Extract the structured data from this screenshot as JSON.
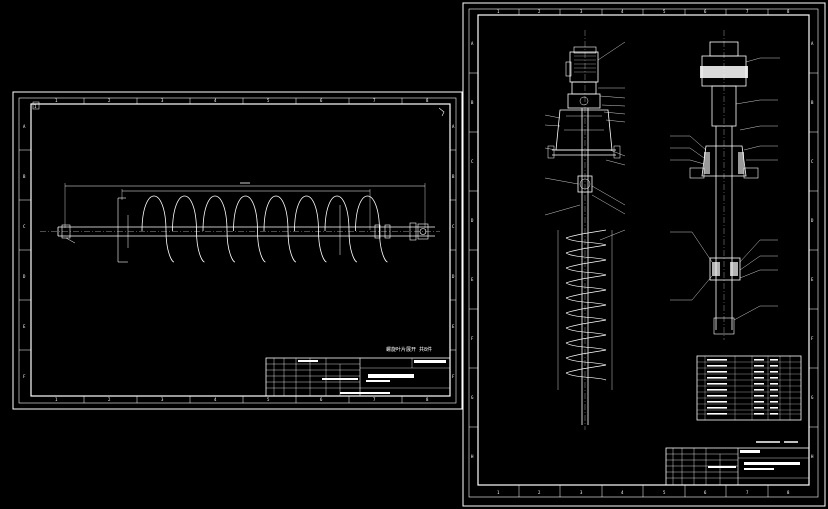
{
  "sheet_left": {
    "corner_mark": "1",
    "zone_cols": [
      "1",
      "2",
      "3",
      "4",
      "5",
      "6",
      "7",
      "8"
    ],
    "zone_rows": [
      "A",
      "B",
      "C",
      "D",
      "E",
      "F"
    ],
    "note": "螺旋叶片展开  共8件",
    "title_block": {
      "name": "",
      "scale": "",
      "drawing_no": ""
    }
  },
  "sheet_right": {
    "zone_cols": [
      "1",
      "2",
      "3",
      "4",
      "5",
      "6",
      "7",
      "8"
    ],
    "zone_rows": [
      "A",
      "B",
      "C",
      "D",
      "E",
      "F",
      "G",
      "H"
    ],
    "note": "",
    "title_block": {
      "name": "",
      "drawing_no": ""
    }
  },
  "colors": {
    "background": "#000000",
    "lines": "#ffffff"
  }
}
